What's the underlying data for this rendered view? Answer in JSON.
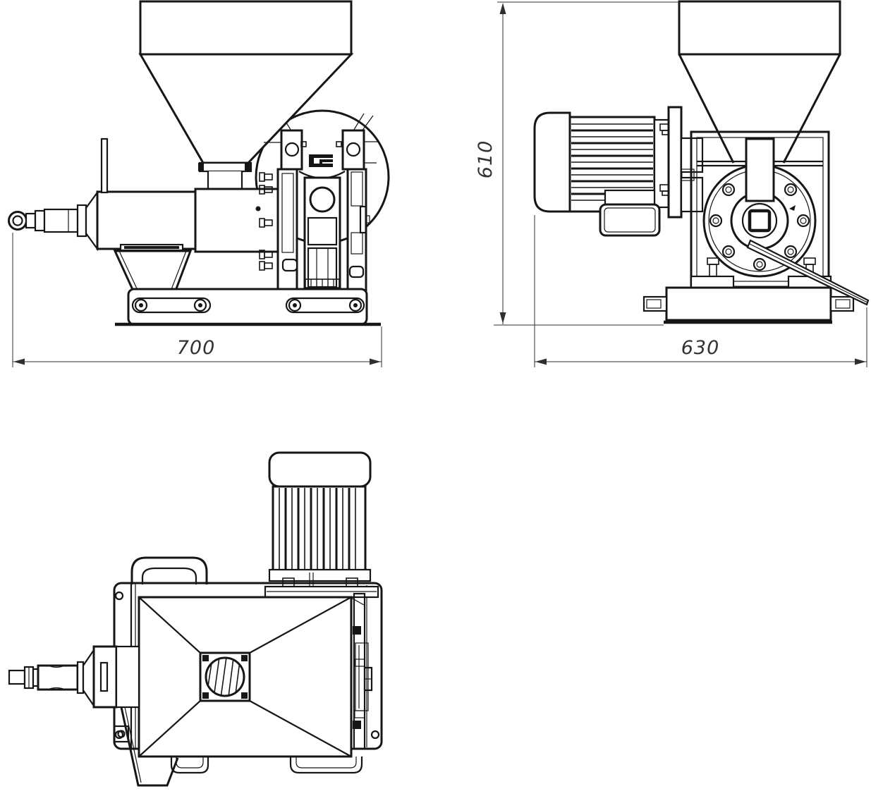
{
  "drawing": {
    "kind": "engineering-three-view-drawing",
    "subject": "oil-press-machine",
    "background_color": "#ffffff",
    "line_color": "#161616",
    "dimension_text_color": "#333333",
    "logo_mark": "g-logo-cutout",
    "dimensions": {
      "front_width": "700",
      "side_width": "630",
      "side_height": "610"
    }
  }
}
